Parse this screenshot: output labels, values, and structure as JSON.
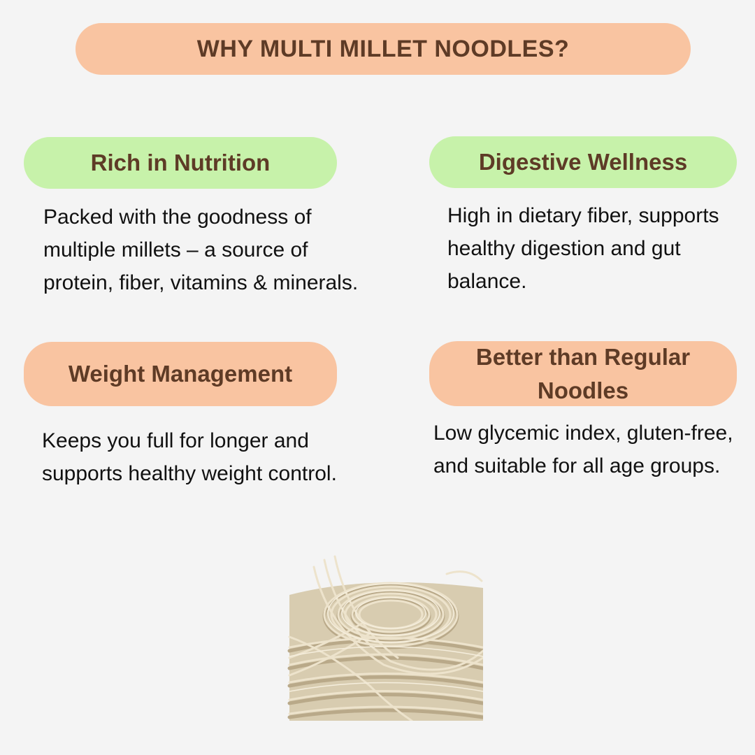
{
  "header": {
    "title": "WHY MULTI MILLET NOODLES?"
  },
  "features": [
    {
      "title": "Rich in Nutrition",
      "description": "Packed with the goodness of multiple millets – a source of protein, fiber, vitamins & minerals.",
      "color": "#c7f2aa"
    },
    {
      "title": "Digestive Wellness",
      "description": "High in dietary fiber, supports healthy digestion and gut balance.",
      "color": "#c7f2aa"
    },
    {
      "title": "Weight Management",
      "description": "Keeps you full for longer and supports healthy weight control.",
      "color": "#f9c4a1"
    },
    {
      "title": "Better than Regular Noodles",
      "description": "Low glycemic index, gluten-free, and suitable for all age groups.",
      "color": "#f9c4a1"
    }
  ],
  "image": {
    "subject": "multi millet noodles nest photo"
  },
  "colors": {
    "background": "#f4f4f4",
    "heading_text": "#5e3b26",
    "body_text": "#111111",
    "green_pill": "#c7f2aa",
    "peach_pill": "#f9c4a1"
  }
}
